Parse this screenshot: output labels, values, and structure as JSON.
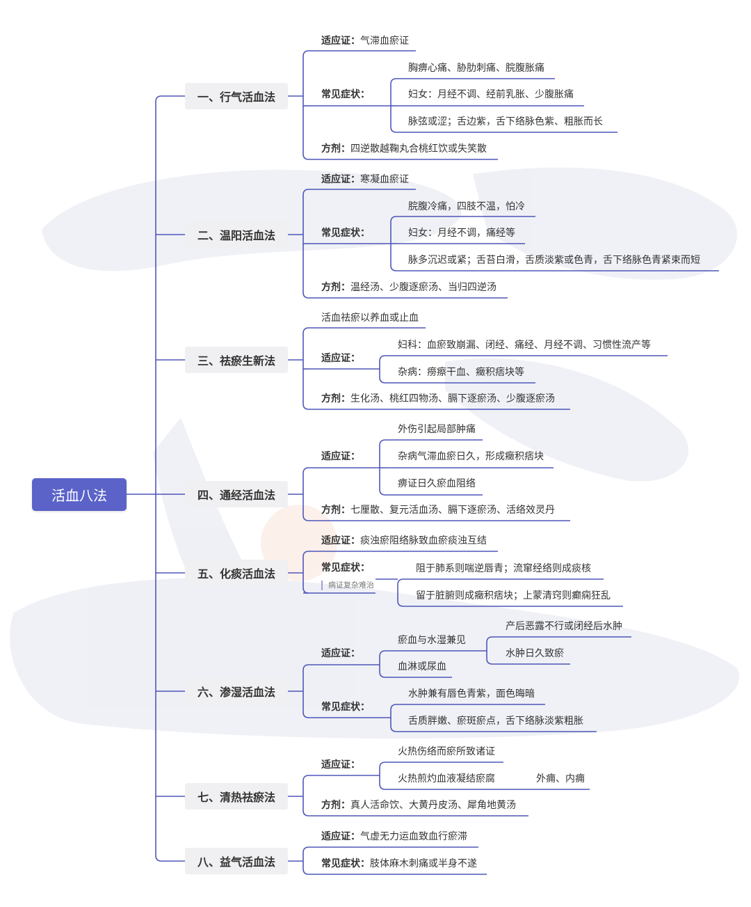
{
  "root": "活血八法",
  "colors": {
    "accent": "#5b63c9",
    "line": "#4e56b8",
    "branch_bg": "#f0f0f2"
  },
  "branches": [
    {
      "title": "一、行气活血法",
      "s1": "适应证",
      "s1v": "气滞血瘀证",
      "s2": "常见症状",
      "sym": [
        "胸痹心痛、胁肋刺痛、脘腹胀痛",
        "妇女：月经不调、经前乳胀、少腹胀痛",
        "脉弦或涩；舌边紫，舌下络脉色紫、粗胀而长"
      ],
      "s3": "方剂",
      "s3v": "四逆散越鞠丸合桃红饮或失笑散"
    },
    {
      "title": "二、温阳活血法",
      "s1": "适应证",
      "s1v": "寒凝血瘀证",
      "s2": "常见症状",
      "sym": [
        "脘腹冷痛，四肢不温，怕冷",
        "妇女：月经不调，痛经等",
        "脉多沉迟或紧；舌苔白滑，舌质淡紫或色青，舌下络脉色青紧束而短"
      ],
      "s3": "方剂",
      "s3v": "温经汤、少腹逐瘀汤、当归四逆汤"
    },
    {
      "title": "三、祛瘀生新法",
      "top": "活血祛瘀以养血或止血",
      "s1": "适应证",
      "sub": [
        "妇科：血瘀致崩漏、闭经、痛经、月经不调、习惯性流产等",
        "杂病：痨瘵干血、癥积痞块等"
      ],
      "s3": "方剂",
      "s3v": "生化汤、桃红四物汤、膈下逐瘀汤、少腹逐瘀汤"
    },
    {
      "title": "四、通经活血法",
      "s1": "适应证",
      "sub": [
        "外伤引起局部肿痛",
        "杂病气滞血瘀日久，形成癥积痞块",
        "痹证日久瘀血阻络"
      ],
      "s3": "方剂",
      "s3v": "七厘散、复元活血汤、膈下逐瘀汤、活络效灵丹"
    },
    {
      "title": "五、化痰活血法",
      "s1": "适应证",
      "s1v": "痰浊瘀阻络脉致血瘀痰浊互结",
      "s2": "常见症状",
      "note": "病证复杂难治",
      "sub": [
        "阻于肺系则喘逆唇青；流窜经络则成痰核",
        "留于脏腑则成癥积痞块；上蒙清窍则癫痫狂乱"
      ]
    },
    {
      "title": "六、渗湿活血法",
      "s1": "适应证",
      "sub": [
        "瘀血与水湿兼见",
        "血淋或尿血"
      ],
      "subsub": [
        "产后恶露不行或闭经后水肿",
        "水肿日久致瘀"
      ],
      "s2": "常见症状",
      "sym": [
        "水肿兼有唇色青紫，面色晦暗",
        "舌质胖嫩、瘀斑瘀点，舌下络脉淡紫粗胀"
      ]
    },
    {
      "title": "七、清热祛瘀法",
      "s1": "适应证",
      "sub": [
        "火热伤络而瘀所致诸证",
        "火热煎灼血液凝结瘀腐"
      ],
      "extra": "外痈、内痈",
      "s3": "方剂",
      "s3v": "真人活命饮、大黄丹皮汤、犀角地黄汤"
    },
    {
      "title": "八、益气活血法",
      "s1": "适应证",
      "s1v": "气虚无力运血致血行瘀滞",
      "s2": "常见症状",
      "s2v": "肢体麻木刺痛或半身不遂"
    }
  ]
}
